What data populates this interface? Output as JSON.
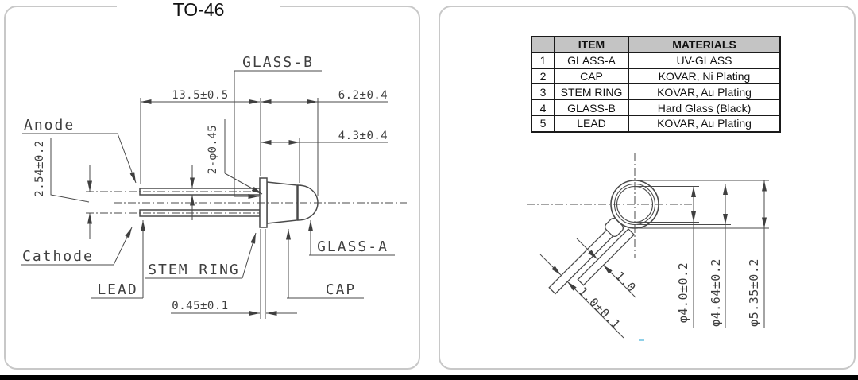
{
  "title": "TO-46",
  "left_drawing": {
    "labels": {
      "anode": "Anode",
      "cathode": "Cathode",
      "lead": "LEAD",
      "stem_ring": "STEM RING",
      "glass_a": "GLASS-A",
      "glass_b": "GLASS-B",
      "cap": "CAP"
    },
    "dimensions": {
      "lead_length": "13.5±0.5",
      "package_length": "6.2±0.4",
      "cap_length": "4.3±0.4",
      "lead_diameter": "2-φ0.45",
      "lead_pitch": "2.54±0.2",
      "stem_ring_thickness": "0.45±0.1"
    }
  },
  "table": {
    "headers": {
      "index": "",
      "item": "ITEM",
      "materials": "MATERIALS"
    },
    "rows": [
      {
        "num": "1",
        "item": "GLASS-A",
        "material": "UV-GLASS"
      },
      {
        "num": "2",
        "item": "CAP",
        "material": "KOVAR, Ni Plating"
      },
      {
        "num": "3",
        "item": "STEM RING",
        "material": "KOVAR, Au Plating"
      },
      {
        "num": "4",
        "item": "GLASS-B",
        "material": "Hard Glass (Black)"
      },
      {
        "num": "5",
        "item": "LEAD",
        "material": "KOVAR, Au Plating"
      }
    ]
  },
  "right_drawing": {
    "dimensions": {
      "inner_diameter": "φ4.0±0.2",
      "body_diameter": "φ4.64±0.2",
      "flange_diameter": "φ5.35±0.2",
      "lead1_diameter": "1.0±0.1",
      "lead2_diameter": "1.0"
    }
  },
  "colors": {
    "cad_line": "#4a4a4a",
    "cad_text": "#3f3f3f",
    "table_header_bg": "#c4c4c4",
    "panel_border": "#c8c8c8",
    "bottom_bar": "#000000"
  }
}
